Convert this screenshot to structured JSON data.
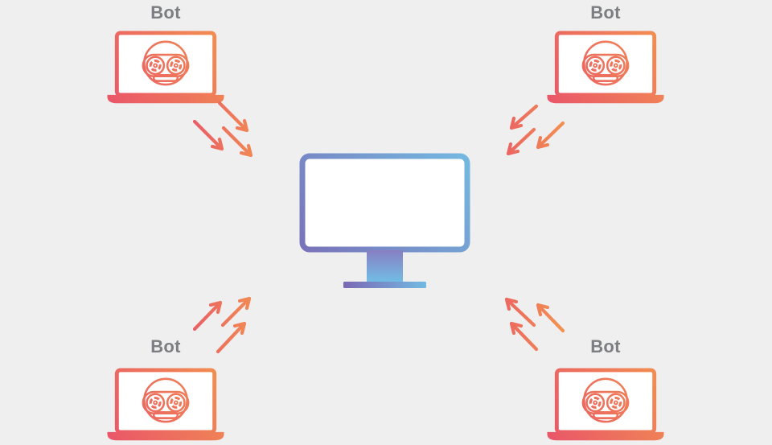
{
  "diagram": {
    "background_color": "#f0eff0",
    "colors": {
      "bot_pink": "#e95569",
      "bot_orange": "#f29150",
      "monitor_purple": "#7a68b4",
      "monitor_blue": "#73bae1",
      "stand_purple": "#8a7ac0",
      "stand_blue": "#70c0e6",
      "label_gray": "#7d7e81",
      "screen_fill": "#ffffff"
    },
    "center": {
      "icon": "desktop-monitor-icon"
    },
    "bots": [
      {
        "label": "Bot",
        "position": "top-left",
        "icon": "robot-laptop-icon",
        "arrows": {
          "count": 3,
          "direction": "down-right-toward-center"
        }
      },
      {
        "label": "Bot",
        "position": "top-right",
        "icon": "robot-laptop-icon",
        "arrows": {
          "count": 3,
          "direction": "down-left-toward-center"
        }
      },
      {
        "label": "Bot",
        "position": "bottom-left",
        "icon": "robot-laptop-icon",
        "arrows": {
          "count": 3,
          "direction": "up-right-toward-center"
        }
      },
      {
        "label": "Bot",
        "position": "bottom-right",
        "icon": "robot-laptop-icon",
        "arrows": {
          "count": 3,
          "direction": "up-left-toward-center"
        }
      }
    ]
  }
}
